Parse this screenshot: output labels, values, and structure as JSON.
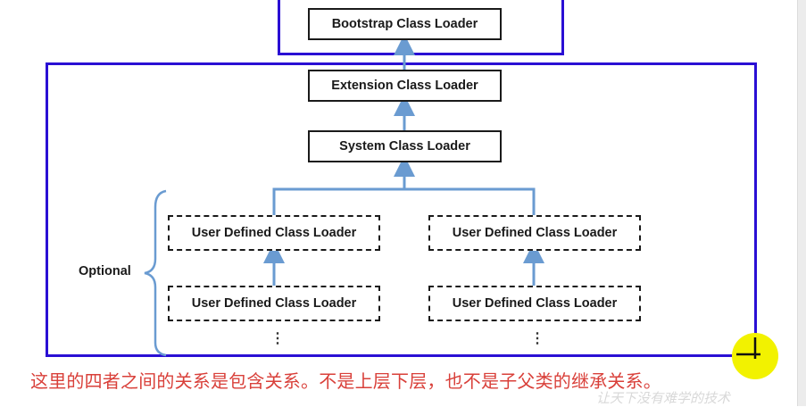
{
  "diagram": {
    "nodes": {
      "bootstrap": "Bootstrap Class Loader",
      "extension": "Extension Class Loader",
      "system": "System Class Loader",
      "user_top_left": "User Defined Class Loader",
      "user_top_right": "User Defined Class Loader",
      "user_bottom_left": "User Defined Class Loader",
      "user_bottom_right": "User Defined Class Loader"
    },
    "optional_label": "Optional",
    "ellipsis": "⋮",
    "edges": [
      {
        "from": "extension",
        "to": "bootstrap"
      },
      {
        "from": "system",
        "to": "extension"
      },
      {
        "from": "user_top_left",
        "to": "system"
      },
      {
        "from": "user_top_right",
        "to": "system"
      },
      {
        "from": "user_bottom_left",
        "to": "user_top_left"
      },
      {
        "from": "user_bottom_right",
        "to": "user_top_right"
      }
    ],
    "colors": {
      "highlight_box": "#2a0fd4",
      "arrow": "#6a9bd1",
      "caption": "#d9403a",
      "cursor": "#f2f200"
    }
  },
  "caption": "这里的四者之间的关系是包含关系。不是上层下层，也不是子父类的继承关系。",
  "watermark": "让天下没有难学的技术"
}
